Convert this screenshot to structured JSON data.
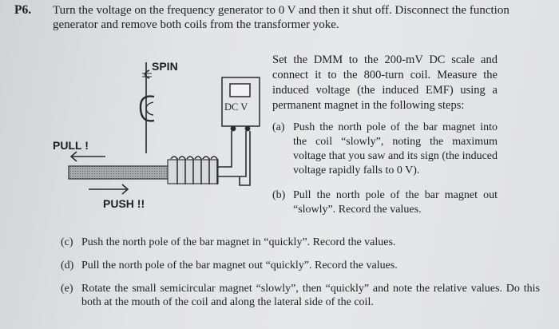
{
  "problem": {
    "number": "P6.",
    "intro": "Turn the voltage on the frequency generator to 0 V and then it shut off. Disconnect the function generator and remove both coils from the transformer yoke."
  },
  "instructions": {
    "setup": "Set the DMM to the 200-mV DC scale and connect it to the 800-turn coil. Measure the induced voltage (the induced EMF) using a permanent magnet in the following steps:",
    "steps": [
      {
        "mark": "(a)",
        "text": "Push the north pole of the bar magnet into the coil “slowly”, noting the maximum voltage that you saw and its sign (the induced voltage rapidly falls to 0 V)."
      },
      {
        "mark": "(b)",
        "text": "Pull the north pole of the bar magnet out “slowly”. Record the values."
      },
      {
        "mark": "(c)",
        "text": "Push the north pole of the bar magnet in “quickly”. Record the values."
      },
      {
        "mark": "(d)",
        "text": "Pull the north pole of the bar magnet out “quickly”. Record the values."
      },
      {
        "mark": "(e)",
        "text": "Rotate the small semicircular magnet “slowly”, then “quickly” and note the relative values. Do this both at the mouth of the coil and along the lateral side of the coil."
      }
    ]
  },
  "diagram": {
    "spin_label": "SPIN",
    "pull_label": "PULL !",
    "push_label": "PUSH !!",
    "meter_label": "DC V"
  }
}
